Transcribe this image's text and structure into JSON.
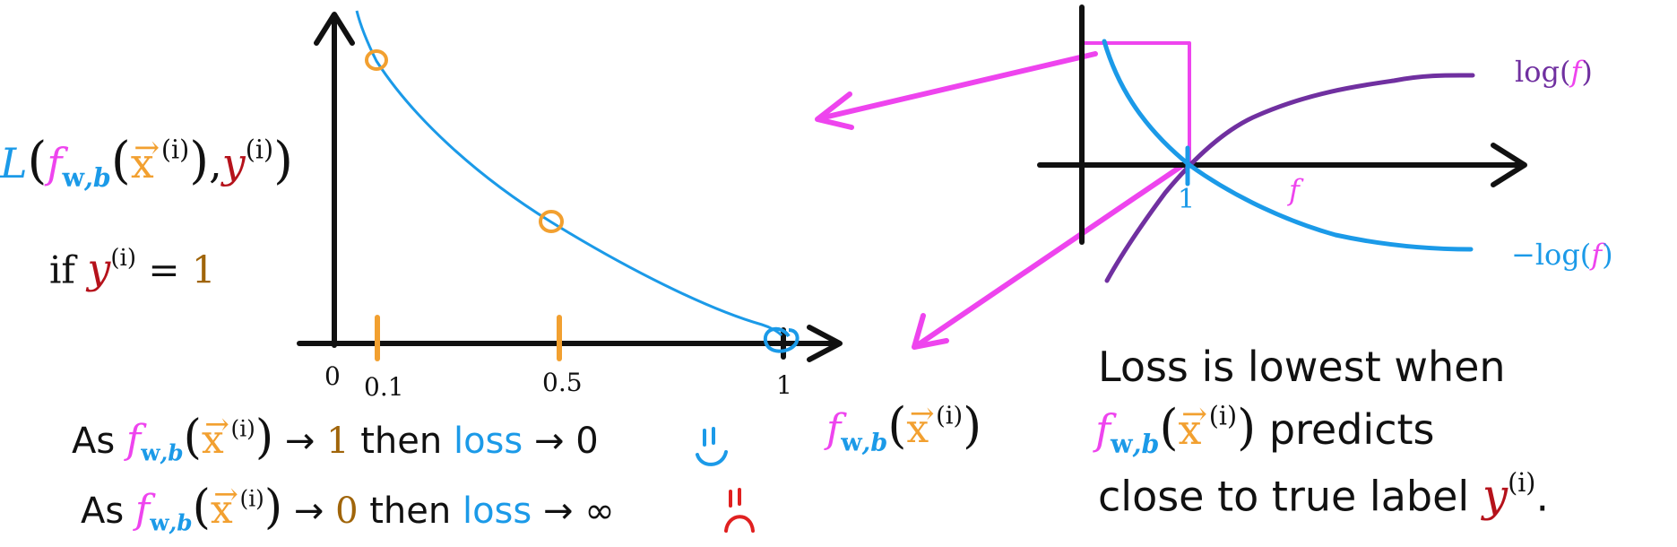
{
  "colors": {
    "blue": "#1b9ae8",
    "orange": "#f2a030",
    "magenta": "#ee44ee",
    "dark_red": "#b5121b",
    "brown": "#a0650a",
    "purple": "#7030a0",
    "black": "#111111"
  },
  "loss_expression": {
    "L": "L",
    "f": "f",
    "sub_w": "w",
    "sub_comma_b": ",b",
    "vec_arrow": "→",
    "x": "x",
    "sup_i": "(i)",
    "comma": ",",
    "y": "y",
    "open_paren": "(",
    "close_paren": ")"
  },
  "condition": {
    "if_word": "if",
    "y": "y",
    "sup_i": "(i)",
    "equals": "=",
    "value": "1"
  },
  "left_plot": {
    "tick_labels": {
      "zero": "0",
      "t01": "0.1",
      "t05": "0.5",
      "t1": "1"
    },
    "x_values": {
      "t01": 0.1,
      "t05": 0.5,
      "t1": 1
    }
  },
  "right_plot": {
    "labels": {
      "log_f_prefix": "log(",
      "log_f_var": "f",
      "log_f_suffix": ")",
      "neg_log_f_prefix": "−log(",
      "neg_log_f_var": "f",
      "neg_log_f_suffix": ")",
      "f_axis": "f",
      "one": "1"
    }
  },
  "zoom_label": {
    "f": "f",
    "sub_w": "w",
    "sub_comma_b": ",b",
    "vec_arrow": "→",
    "x": "x",
    "sup_i": "(i)"
  },
  "statements": {
    "line1": {
      "as": "As",
      "f": "f",
      "sub_w": "w",
      "sub_comma_b": ",b",
      "vec_arrow": "→",
      "x": "x",
      "sup_i": "(i)",
      "arrow": "→",
      "target": "1",
      "then": "then",
      "loss": "loss",
      "result_arrow": "→",
      "result": "0",
      "emoticon": "happy-face"
    },
    "line2": {
      "as": "As",
      "f": "f",
      "sub_w": "w",
      "sub_comma_b": ",b",
      "vec_arrow": "→",
      "x": "x",
      "sup_i": "(i)",
      "arrow": "→",
      "target": "0",
      "then": "then",
      "loss": "loss",
      "result_arrow": "→",
      "result": "∞",
      "emoticon": "sad-face"
    }
  },
  "conclusion": {
    "line1": "Loss is lowest when",
    "line2_f": "f",
    "line2_sub_w": "w",
    "line2_sub_comma_b": ",b",
    "line2_vec_arrow": "→",
    "line2_x": "x",
    "line2_sup_i": "(i)",
    "line2_rest": "predicts",
    "line3_text": "close to true label",
    "line3_y": "y",
    "line3_sup_i": "(i)",
    "line3_period": "."
  }
}
